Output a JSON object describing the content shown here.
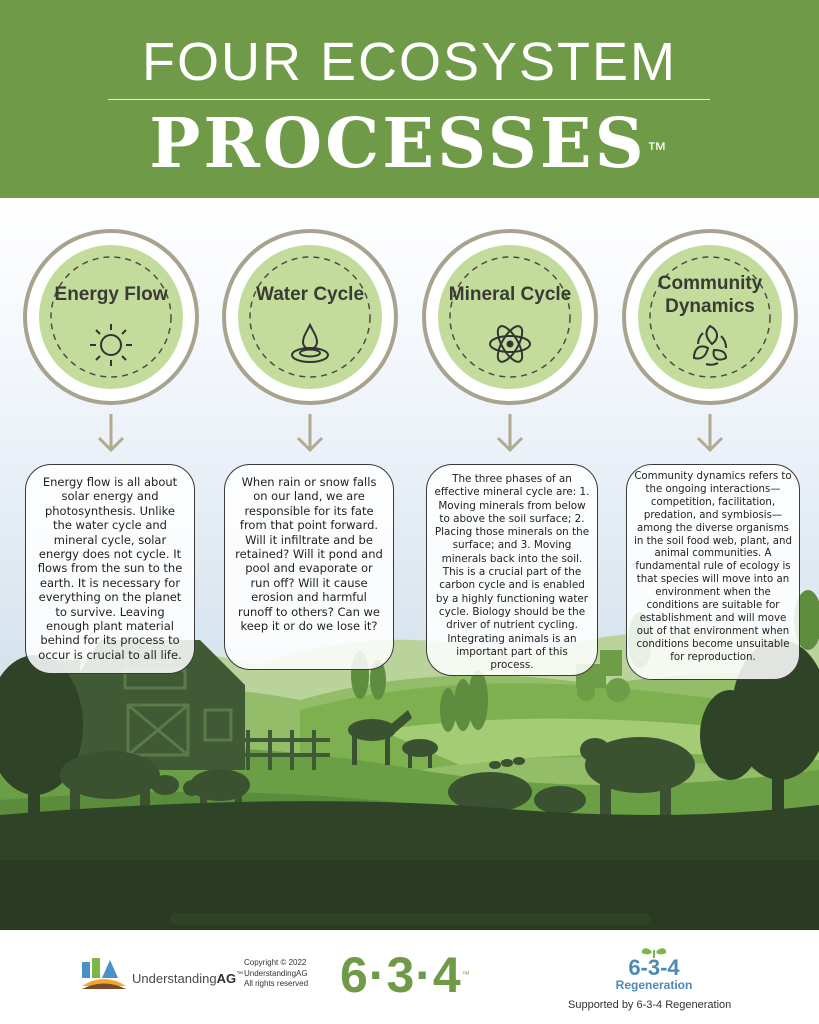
{
  "header": {
    "line1": "FOUR ECOSYSTEM",
    "line2": "PROCESSES",
    "trademark": "™"
  },
  "processes": [
    {
      "title": "Energy Flow",
      "icon": "sun-icon",
      "description": "Energy flow is all about solar energy and photosynthesis. Unlike the water cycle and mineral cycle, solar energy does not cycle. It flows from the sun to the earth. It is necessary for everything on the planet to survive. Leaving enough plant material behind for its process to occur is crucial to all life."
    },
    {
      "title": "Water Cycle",
      "icon": "water-drop-icon",
      "description": "When rain or snow falls on our land, we are responsible for its fate from that point forward. Will it infiltrate and be retained? Will it pond and pool and evaporate or run off? Will it cause erosion and harmful runoff to others? Can we keep it or do we lose it?"
    },
    {
      "title": "Mineral Cycle",
      "icon": "atom-icon",
      "description": "The three phases of an effective mineral cycle are: 1. Moving minerals from below to above the soil surface; 2. Placing those minerals on the surface; and 3. Moving minerals back into the soil. This is a crucial part of the carbon cycle and is enabled by a highly functioning water cycle. Biology should be the driver of nutrient cycling. Integrating animals is an important part of this process."
    },
    {
      "title": "Community Dynamics",
      "title_line1": "Community",
      "title_line2": "Dynamics",
      "icon": "leaves-cycle-icon",
      "description": "Community dynamics refers to the ongoing interactions—competition, facilitation, predation, and symbiosis—among the diverse organisms in the soil food web, plant, and animal communities. A fundamental rule of ecology is that species will move into an environment when the conditions are suitable for establishment and will move out of that environment when conditions become unsuitable for reproduction."
    }
  ],
  "footer": {
    "ua_name_plain": "Understanding",
    "ua_name_bold": "AG",
    "ua_tm": "™",
    "copyright_line1": "Copyright © 2022",
    "copyright_line2": "UnderstandingAG",
    "copyright_line3": "All rights reserved",
    "big_634": "6·3·4",
    "big_634_tm": "™",
    "regen_logo_text": "6-3-4",
    "regen_word": "Regeneration",
    "supported_by": "Supported by 6-3-4 Regeneration"
  },
  "colors": {
    "brand_green": "#6f9a47",
    "circle_green": "#c3dc9c",
    "ring": "#a8a38e",
    "arrow": "#b3a98e",
    "silhouette": "#3f5a34"
  }
}
